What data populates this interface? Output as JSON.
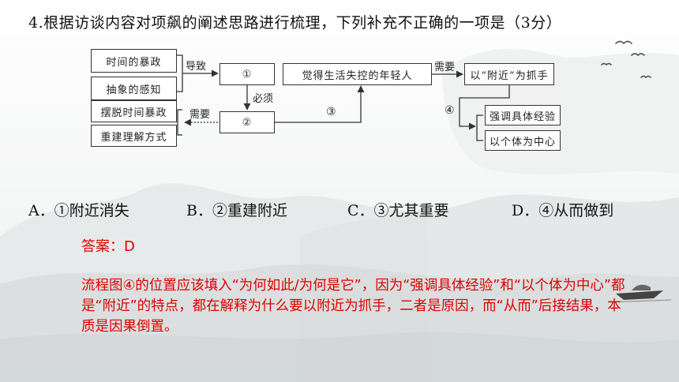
{
  "question": {
    "text": "4.根据访谈内容对项飙的阐述思路进行梳理，下列补充不正确的一项是（3分）"
  },
  "diagram": {
    "box_time_tyranny": "时间的暴政",
    "box_abstract_perception": "抽象的感知",
    "box_escape_tyranny": "摆脱时间暴政",
    "box_rebuild_understanding": "重建理解方式",
    "blank_1": "①",
    "blank_2": "②",
    "blank_3": "③",
    "blank_4": "④",
    "box_young_people": "觉得生活失控的年轻人",
    "box_nearby_start": "以“附近”为抓手",
    "box_specific_experience": "强调具体经验",
    "box_individual_center": "以个体为中心",
    "label_lead_to": "导致",
    "label_must": "必须",
    "label_need_left": "需要",
    "label_need_right": "需要"
  },
  "options": {
    "a": "A．①附近消失",
    "b": "B．②重建附近",
    "c": "C．③尤其重要",
    "d": "D．④从而做到"
  },
  "answer": {
    "text": "答案：D"
  },
  "explanation": {
    "text": "流程图④的位置应该填入“为何如此/为何是它”，因为“强调具体经验”和“以个体为中心”都是“附近”的特点，都在解释为什么要以附近为抓手，二者是原因，而“从而”后接结果，本质是因果倒置。"
  }
}
